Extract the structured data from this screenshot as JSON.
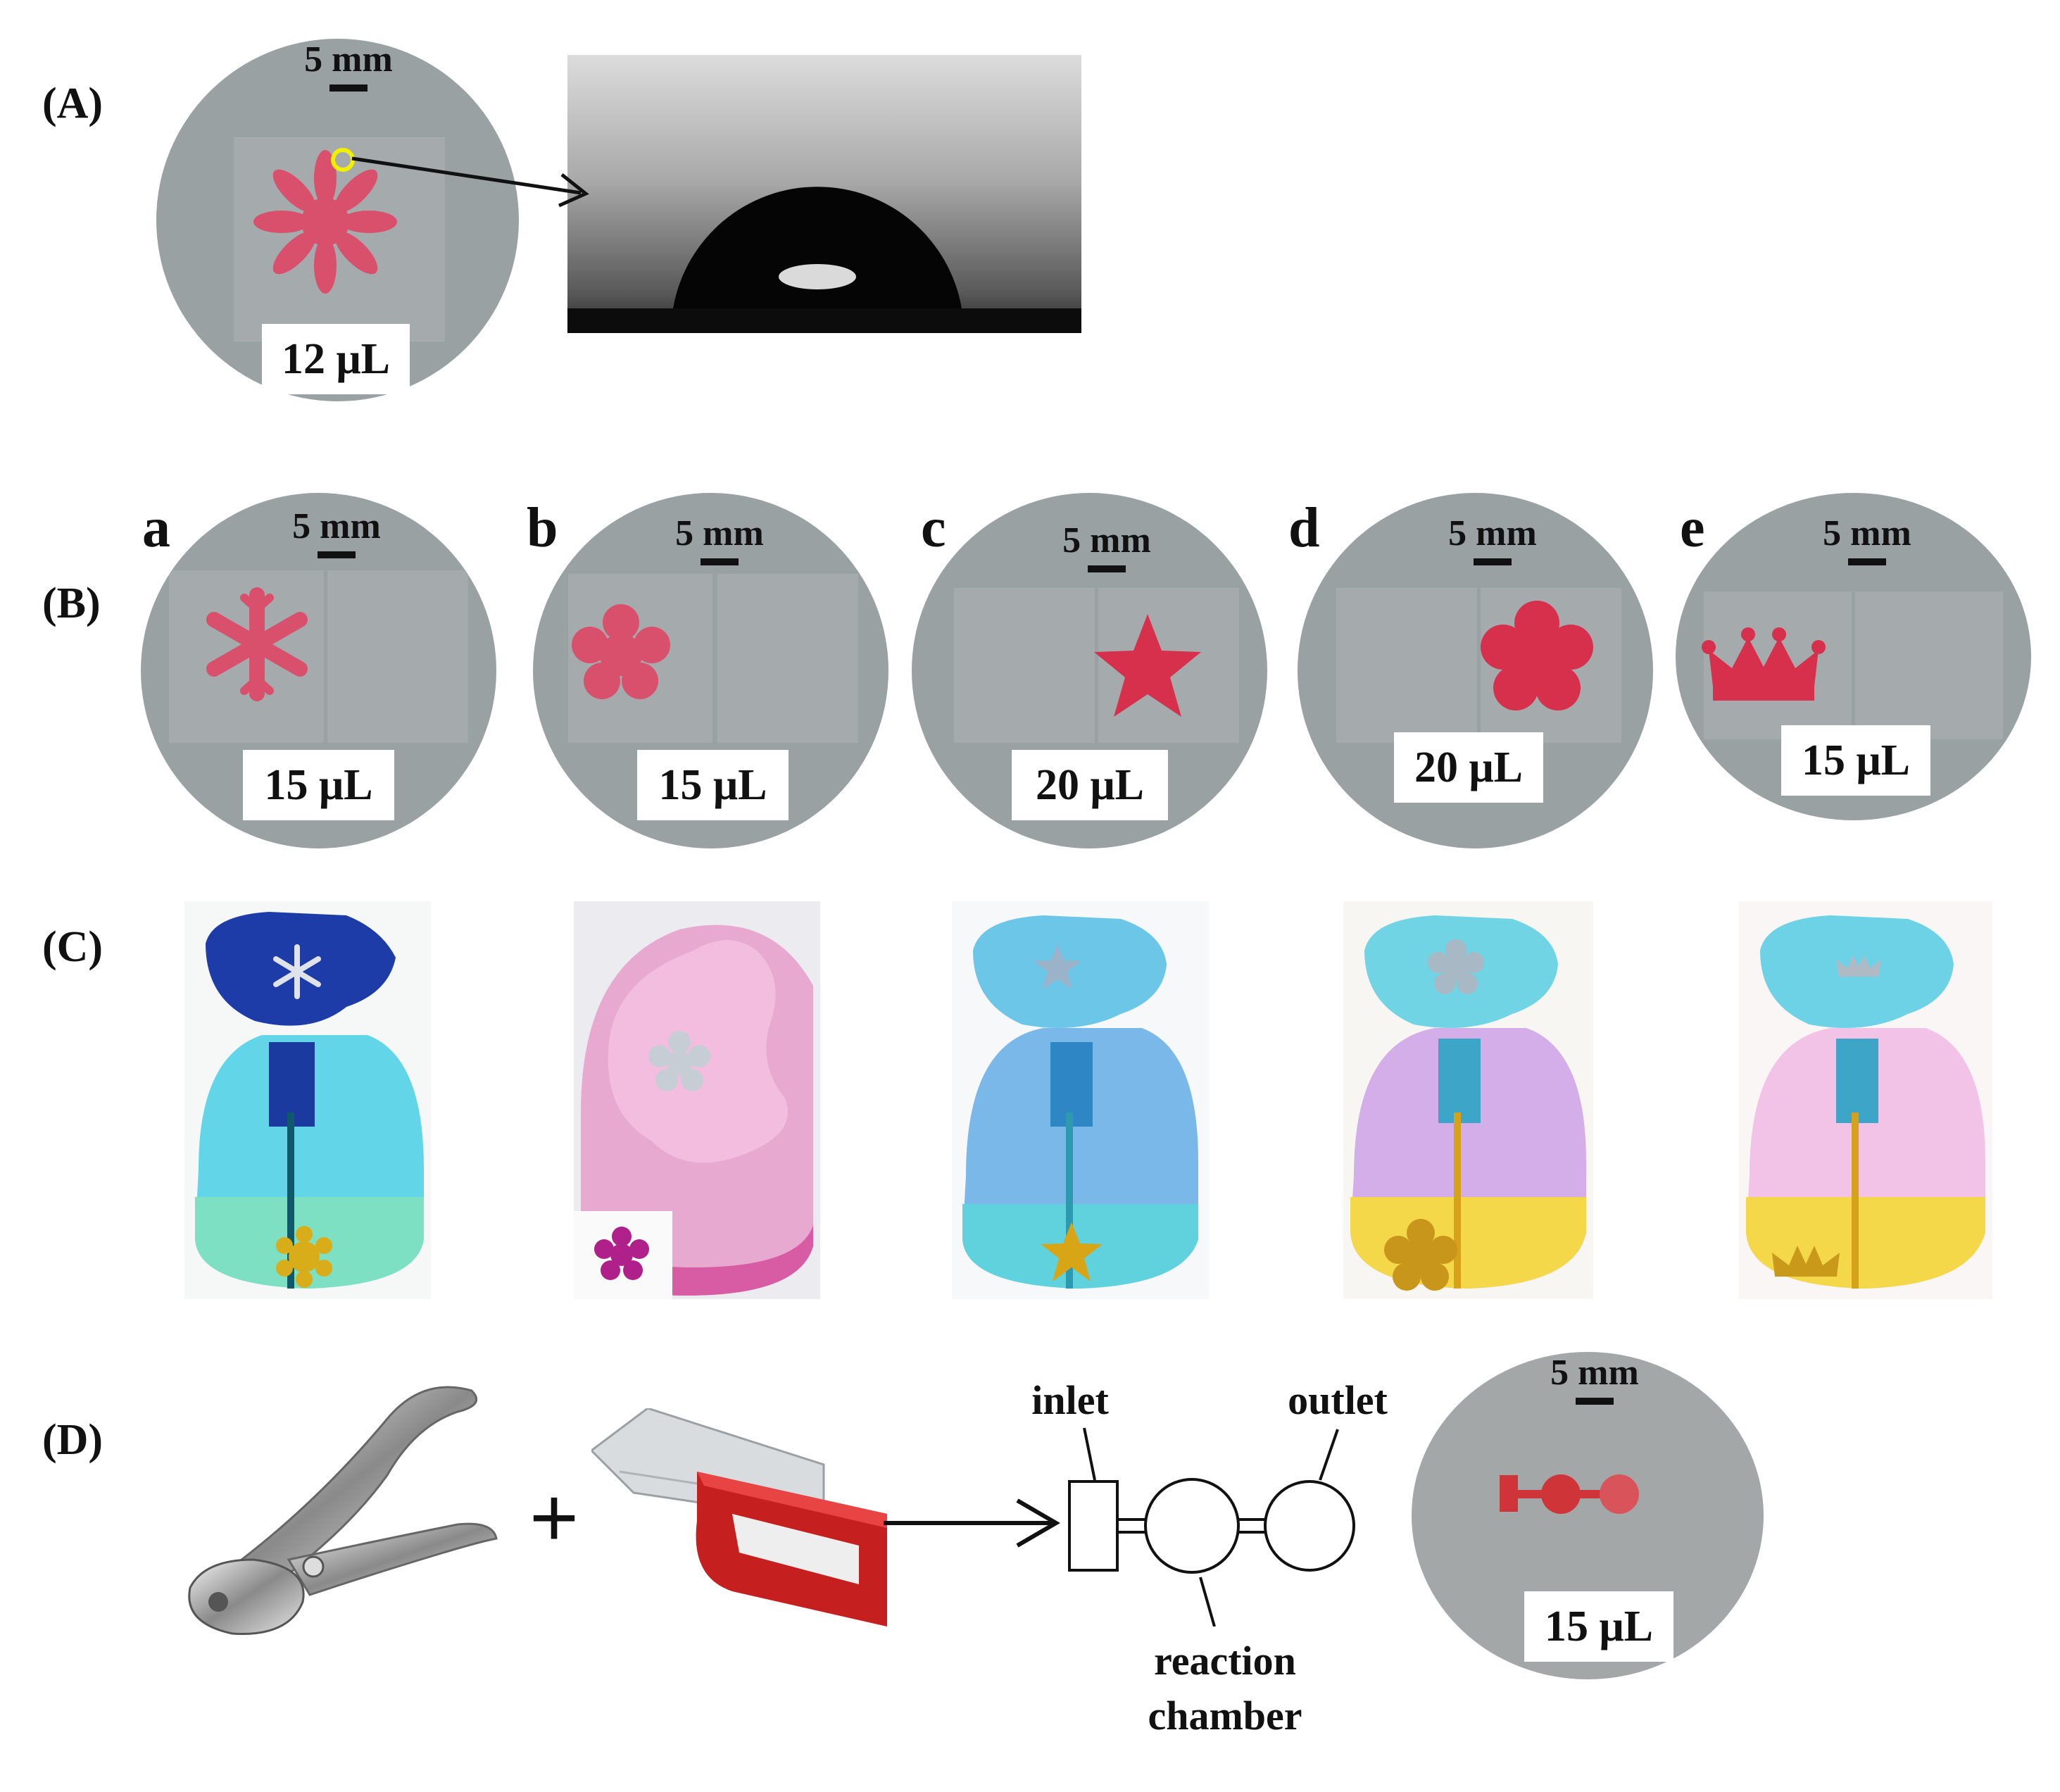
{
  "panels": {
    "A": {
      "label": "(A)",
      "scale": "5 mm",
      "volume": "12 μL"
    },
    "B": {
      "label": "(B)",
      "items": [
        {
          "letter": "a",
          "scale": "5 mm",
          "volume": "15 μL",
          "shape": "snowflake-icon"
        },
        {
          "letter": "b",
          "scale": "5 mm",
          "volume": "15 μL",
          "shape": "flower-icon"
        },
        {
          "letter": "c",
          "scale": "5 mm",
          "volume": "20 μL",
          "shape": "star-icon"
        },
        {
          "letter": "d",
          "scale": "5 mm",
          "volume": "20 μL",
          "shape": "blossom-icon"
        },
        {
          "letter": "e",
          "scale": "5 mm",
          "volume": "15 μL",
          "shape": "crown-icon"
        }
      ]
    },
    "C": {
      "label": "(C)"
    },
    "D": {
      "label": "(D)",
      "plus": "+",
      "inlet": "inlet",
      "outlet": "outlet",
      "reaction_chamber": "reaction chamber",
      "scale": "5 mm",
      "volume": "15 μL"
    }
  },
  "colors": {
    "dye": "#d8506c",
    "dye_dark": "#d6304c",
    "dish": "#9aa1a3",
    "highlight_ring": "#f1f000"
  }
}
